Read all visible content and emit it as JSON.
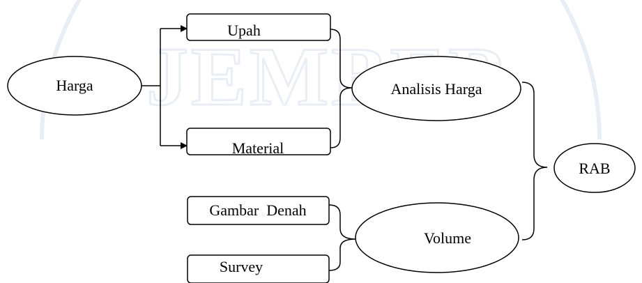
{
  "nodes": {
    "harga": "Harga",
    "upah": "Upah",
    "material": "Material",
    "analisis_harga": "Analisis Harga",
    "rab": "RAB",
    "gambar_denah": "Gambar  Denah",
    "survey": "Survey",
    "volume": "Volume"
  },
  "watermark": {
    "text": "JEMBER"
  },
  "colors": {
    "stroke": "#000000",
    "background": "#ffffff",
    "watermark": "#e9eef5"
  }
}
